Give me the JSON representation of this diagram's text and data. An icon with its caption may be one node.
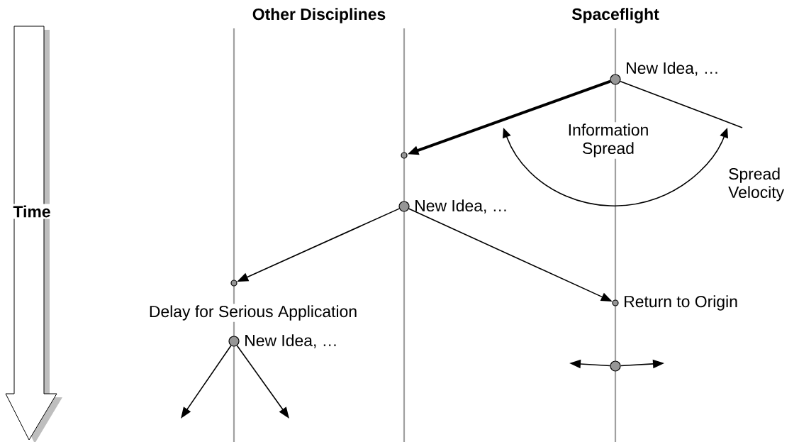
{
  "diagram": {
    "nodes": [
      {
        "text": [
          "New Idea, …"
        ]
      },
      {
        "text": [],
        "shape": "circle"
      },
      {
        "text": [
          "New Idea, …"
        ]
      },
      {
        "text": [],
        "shape": "circle"
      },
      {
        "text": [
          "Return to Origin"
        ]
      },
      {
        "text": [
          "New Idea, …"
        ]
      },
      {
        "text": [],
        "shape": "circle"
      }
    ],
    "edges": [
      {
        "from": 0,
        "to": 1,
        "arrow": "to",
        "style": "thick"
      },
      {
        "from": 0,
        "to": null,
        "arrow": "none"
      },
      {
        "from": 2,
        "to": 3,
        "arrow": "to"
      },
      {
        "from": 2,
        "to": 4,
        "arrow": "to"
      },
      {
        "from": 5,
        "to": null,
        "arrow": "to"
      },
      {
        "from": 5,
        "to": null,
        "arrow": "to"
      },
      {
        "from": 6,
        "to": null,
        "arrow": "to"
      },
      {
        "from": 6,
        "to": null,
        "arrow": "to"
      }
    ],
    "labels": [
      "Other Disciplines",
      "Spaceflight",
      "Information Spread",
      "Spread Velocity",
      "Time",
      "Delay for Serious Application"
    ]
  }
}
